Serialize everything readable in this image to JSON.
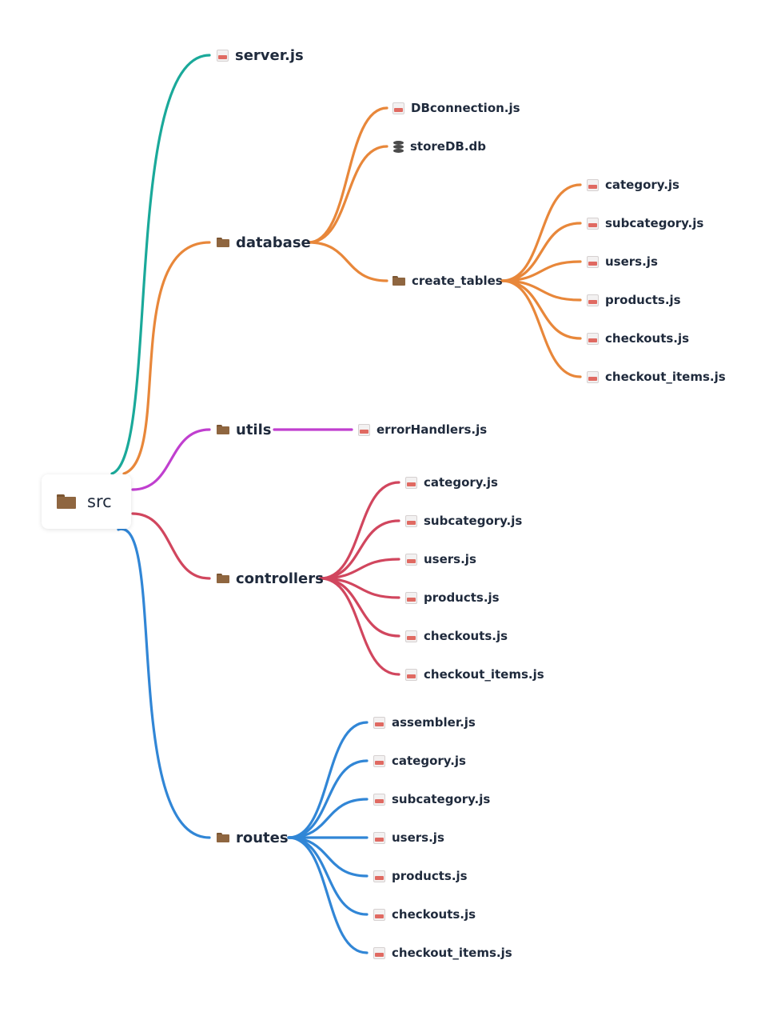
{
  "root": {
    "name": "src",
    "icon": "folder-icon"
  },
  "colors": {
    "server": "#1aa99a",
    "database": "#e8873a",
    "utils": "#c03fcf",
    "controllers": "#d1465e",
    "routes": "#3186d6"
  },
  "server": {
    "name": "server.js",
    "icon": "js-file-icon"
  },
  "database": {
    "name": "database",
    "icon": "folder-icon",
    "children": [
      {
        "name": "DBconnection.js",
        "icon": "js-file-icon"
      },
      {
        "name": "storeDB.db",
        "icon": "database-icon"
      },
      {
        "name": "create_tables",
        "icon": "folder-icon",
        "children": [
          {
            "name": "category.js",
            "icon": "js-file-icon"
          },
          {
            "name": "subcategory.js",
            "icon": "js-file-icon"
          },
          {
            "name": "users.js",
            "icon": "js-file-icon"
          },
          {
            "name": "products.js",
            "icon": "js-file-icon"
          },
          {
            "name": "checkouts.js",
            "icon": "js-file-icon"
          },
          {
            "name": "checkout_items.js",
            "icon": "js-file-icon"
          }
        ]
      }
    ]
  },
  "utils": {
    "name": "utils",
    "icon": "folder-icon",
    "children": [
      {
        "name": "errorHandlers.js",
        "icon": "js-file-icon"
      }
    ]
  },
  "controllers": {
    "name": "controllers",
    "icon": "folder-icon",
    "children": [
      {
        "name": "category.js",
        "icon": "js-file-icon"
      },
      {
        "name": "subcategory.js",
        "icon": "js-file-icon"
      },
      {
        "name": "users.js",
        "icon": "js-file-icon"
      },
      {
        "name": "products.js",
        "icon": "js-file-icon"
      },
      {
        "name": "checkouts.js",
        "icon": "js-file-icon"
      },
      {
        "name": "checkout_items.js",
        "icon": "js-file-icon"
      }
    ]
  },
  "routes": {
    "name": "routes",
    "icon": "folder-icon",
    "children": [
      {
        "name": "assembler.js",
        "icon": "js-file-icon"
      },
      {
        "name": "category.js",
        "icon": "js-file-icon"
      },
      {
        "name": "subcategory.js",
        "icon": "js-file-icon"
      },
      {
        "name": "users.js",
        "icon": "js-file-icon"
      },
      {
        "name": "products.js",
        "icon": "js-file-icon"
      },
      {
        "name": "checkouts.js",
        "icon": "js-file-icon"
      },
      {
        "name": "checkout_items.js",
        "icon": "js-file-icon"
      }
    ]
  }
}
